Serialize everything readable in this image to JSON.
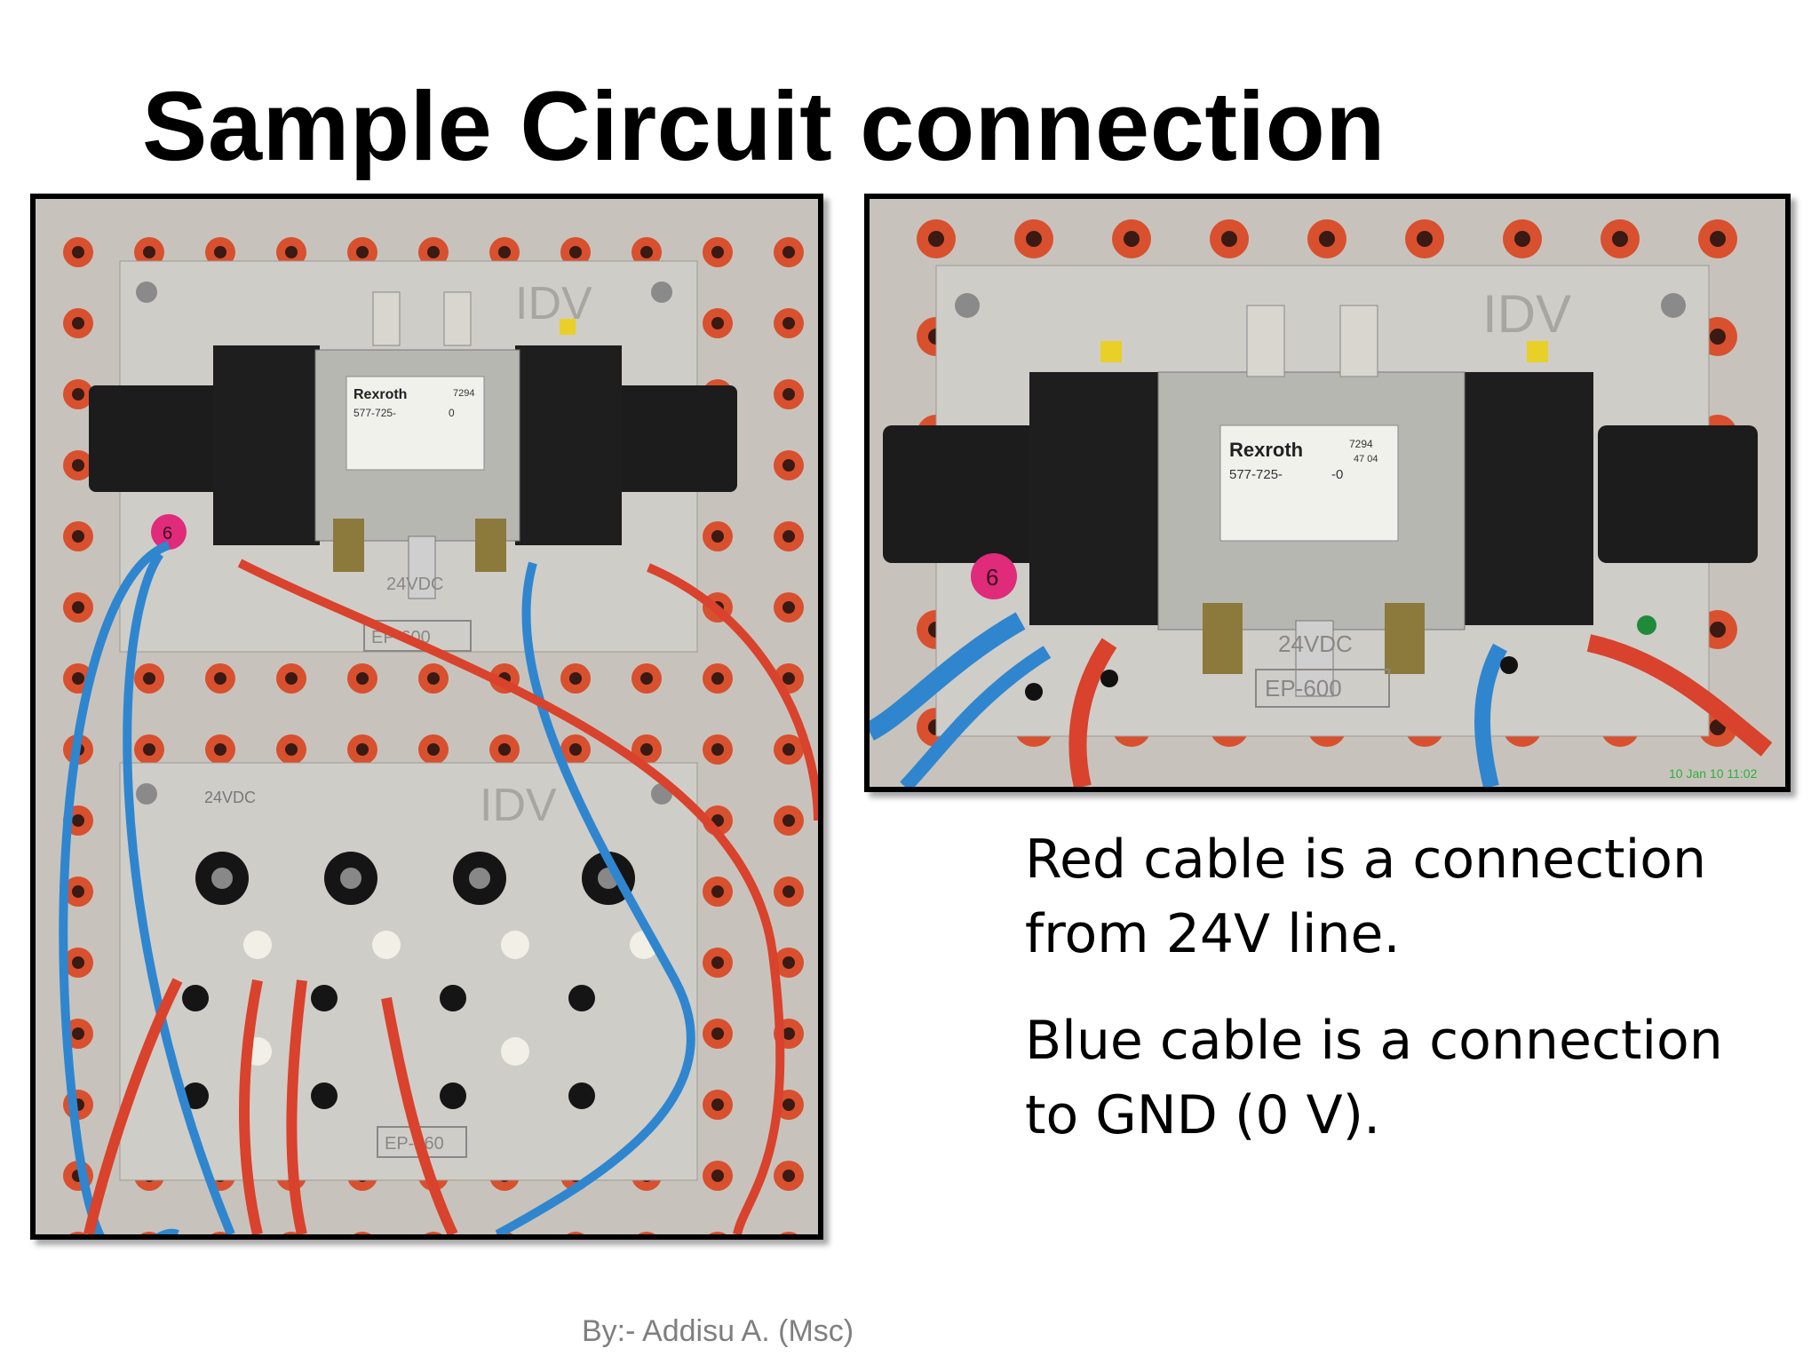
{
  "slide": {
    "title": "Sample Circuit connection",
    "notes": [
      "Red cable is a connection from 24V line.",
      "Blue cable is a connection to GND (0 V)."
    ],
    "footer": "By:- Addisu A. (Msc)"
  },
  "photo_left": {
    "valve_brand": "Rexroth",
    "valve_part": "577-725-",
    "valve_code": "0",
    "valve_tag": "7294",
    "panel_logo": "IDV",
    "module_label": "EP-600",
    "voltage_label": "24VDC",
    "lower_panel_logo": "IDV",
    "lower_voltage_label": "24VDC",
    "lower_module_label": "EP-260",
    "tag_number": "6"
  },
  "photo_right": {
    "valve_brand": "Rexroth",
    "valve_part": "577-725-",
    "valve_code": "-0",
    "valve_tag": "7294",
    "valve_date": "47 04",
    "panel_logo": "IDV",
    "module_label": "EP-600",
    "voltage_label": "24VDC",
    "tag_number": "6",
    "timestamp": "10 Jan 10 11:02"
  },
  "colors": {
    "red_cable": "#d9422c",
    "blue_cable": "#2f86cf",
    "socket": "#d8502e",
    "panel": "#c9c8c4",
    "valve_body": "#1c1c1c"
  }
}
